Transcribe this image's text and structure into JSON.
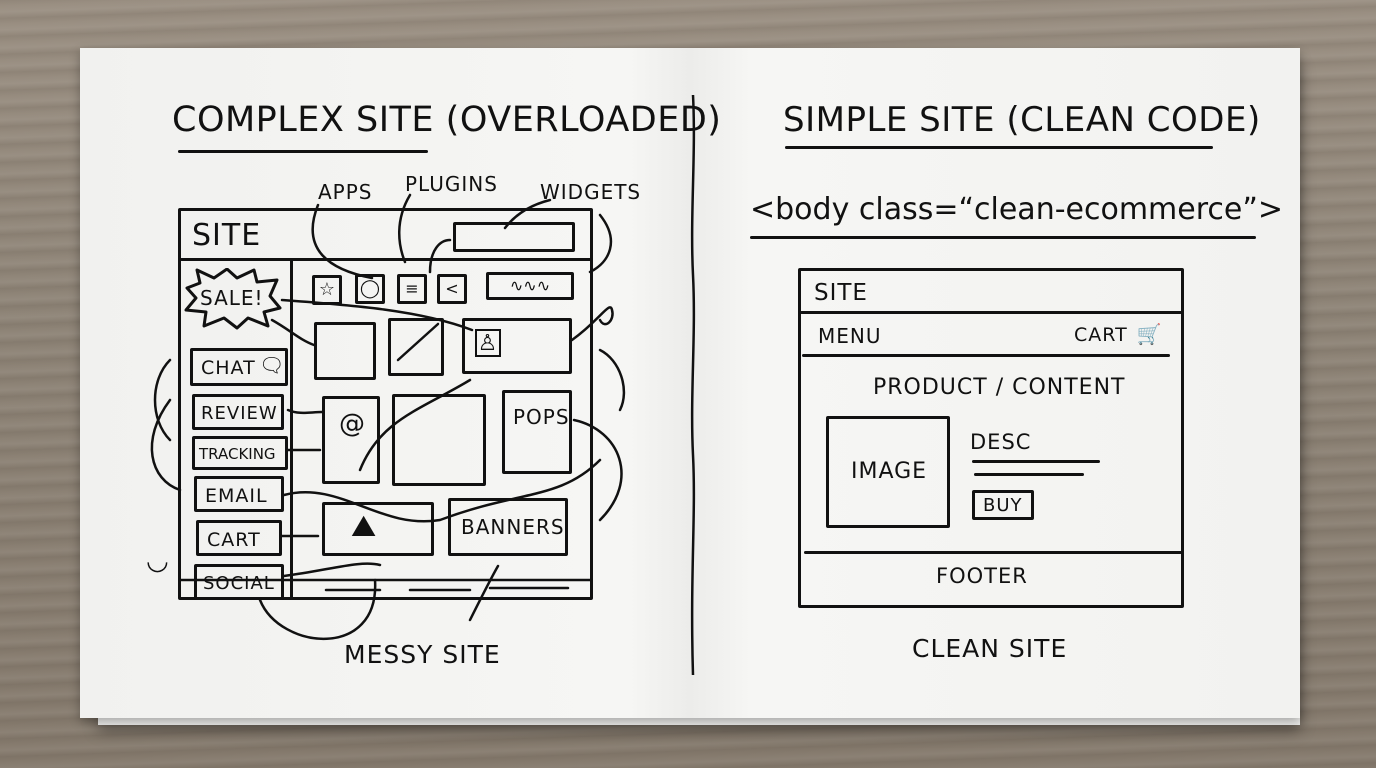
{
  "left_panel": {
    "title": "COMPLEX SITE (OVERLOADED)",
    "callouts": [
      "APPS",
      "PLUGINS",
      "WIDGETS"
    ],
    "site_label": "SITE",
    "sale_badge": "SALE!",
    "sidebar_items": [
      "CHAT",
      "REVIEW",
      "TRACKING",
      "EMAIL",
      "CART",
      "SOCIAL"
    ],
    "content_blocks": [
      "POPS",
      "BANNERS"
    ],
    "toolbar_icons": [
      "star-icon",
      "speech-bubble-icon",
      "translate-icon",
      "share-icon",
      "signature-field"
    ],
    "caption": "MESSY SITE"
  },
  "right_panel": {
    "title": "SIMPLE SITE (CLEAN CODE)",
    "code_line": "<body class=“clean-ecommerce”>",
    "site_label": "SITE",
    "menu_label": "MENU",
    "cart_label": "CART",
    "content_heading": "PRODUCT / CONTENT",
    "image_label": "IMAGE",
    "desc_label": "DESC",
    "buy_label": "BUY",
    "footer_label": "FOOTER",
    "caption": "CLEAN SITE"
  },
  "colors": {
    "ink": "#111111",
    "paper": "#f4f4f2",
    "table": "#8e8477"
  }
}
